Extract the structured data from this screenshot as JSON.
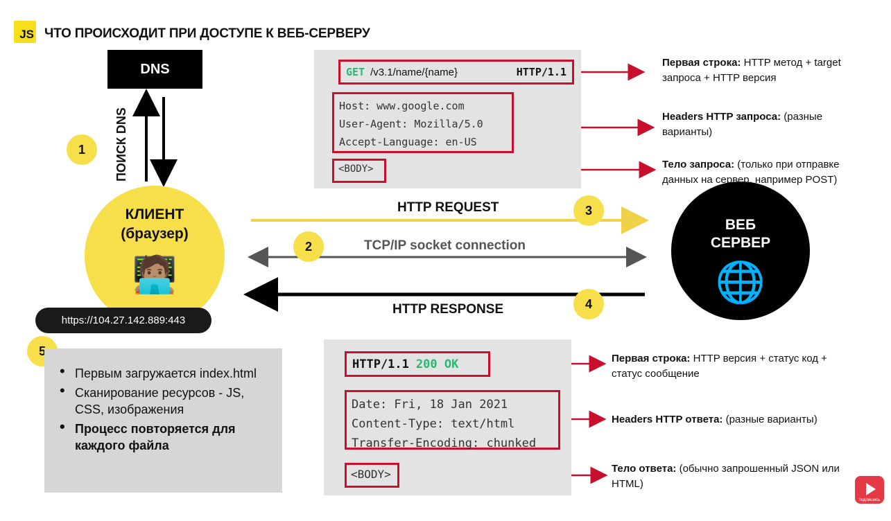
{
  "header": {
    "logo": "JS",
    "title": "ЧТО ПРОИСХОДИТ ПРИ ДОСТУПЕ К ВЕБ-СЕРВЕРУ"
  },
  "dns": {
    "label": "DNS",
    "lookup_label": "ПОИСК DNS"
  },
  "client": {
    "line1": "КЛИЕНТ",
    "line2": "(браузер)",
    "emoji": "🧑🏽‍💻",
    "url": "https://104.27.142.889:443"
  },
  "server": {
    "line1": "ВЕБ",
    "line2": "СЕРВЕР",
    "emoji": "🌐"
  },
  "steps": {
    "s1": "1",
    "s2": "2",
    "s3": "3",
    "s4": "4",
    "s5": "5"
  },
  "arrows": {
    "request": "HTTP REQUEST",
    "tcp": "TCP/IP socket connection",
    "response": "HTTP RESPONSE"
  },
  "request": {
    "method": "GET",
    "target": "/v3.1/name/{name}",
    "version": "HTTP/1.1",
    "headers": [
      "Host: www.google.com",
      "User-Agent: Mozilla/5.0",
      "Accept-Language: en-US"
    ],
    "body": "<BODY>"
  },
  "response": {
    "version": "HTTP/1.1",
    "status": "200 OK",
    "headers": [
      "Date: Fri, 18 Jan 2021",
      "Content-Type: text/html",
      "Transfer-Encoding: chunked"
    ],
    "body": "<BODY>"
  },
  "notes": {
    "req_first_bold": "Первая строка:",
    "req_first_text": " HTTP метод + target запроса + HTTP версия",
    "req_headers_bold": "Headers HTTP запроса:",
    "req_headers_text": " (разные варианты)",
    "req_body_bold": "Тело запроса:",
    "req_body_text": " (только при отправке данных на сервер, например POST)",
    "resp_first_bold": "Первая строка:",
    "resp_first_text": " HTTP версия + статус код + статус сообщение",
    "resp_headers_bold": "Headers HTTP ответа:",
    "resp_headers_text": " (разные варианты)",
    "resp_body_bold": "Тело ответа:",
    "resp_body_text": " (обычно запрошенный JSON или HTML)"
  },
  "process": {
    "item1": "Первым загружается index.html",
    "item2": "Сканирование ресурсов - JS, CSS, изображения",
    "item3": "Процесс повторяется для каждого файла"
  },
  "subscribe": "подпишись",
  "colors": {
    "accent_yellow": "#f7df4b",
    "red": "#c8102e",
    "green": "#2bb673",
    "panel_gray": "#e3e3e3"
  }
}
